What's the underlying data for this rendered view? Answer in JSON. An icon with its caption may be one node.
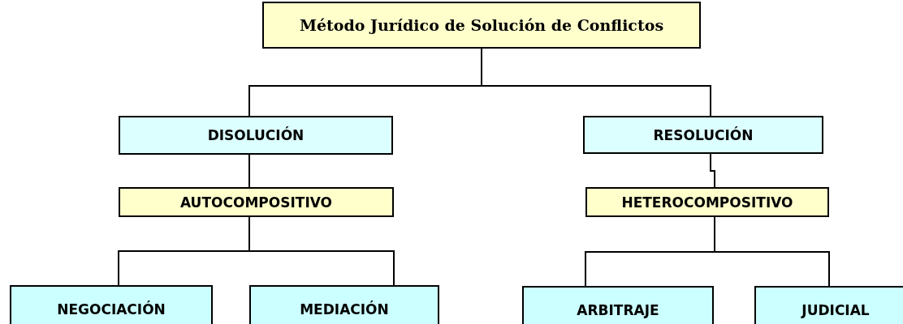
{
  "diagram": {
    "nodes": [
      {
        "text": [
          "Método Jurídico de Solución de Conflictos"
        ]
      },
      {
        "text": [
          "DISOLUCIÓN"
        ]
      },
      {
        "text": [
          "RESOLUCIÓN"
        ]
      },
      {
        "text": [
          "AUTOCOMPOSITIVO"
        ]
      },
      {
        "text": [
          "HETEROCOMPOSITIVO"
        ]
      },
      {
        "text": [
          "NEGOCIACIÓN"
        ]
      },
      {
        "text": [
          "MEDIACIÓN"
        ]
      },
      {
        "text": [
          "ARBITRAJE"
        ]
      },
      {
        "text": [
          "JUDICIAL"
        ]
      }
    ],
    "edges": [
      {
        "from": 0,
        "to": 1,
        "arrow": "none"
      },
      {
        "from": 0,
        "to": 2,
        "arrow": "none"
      },
      {
        "from": 1,
        "to": 3,
        "arrow": "none"
      },
      {
        "from": 2,
        "to": 4,
        "arrow": "none"
      },
      {
        "from": 3,
        "to": 5,
        "arrow": "none"
      },
      {
        "from": 3,
        "to": 6,
        "arrow": "none"
      },
      {
        "from": 4,
        "to": 7,
        "arrow": "none"
      },
      {
        "from": 4,
        "to": 8,
        "arrow": "none"
      }
    ]
  }
}
